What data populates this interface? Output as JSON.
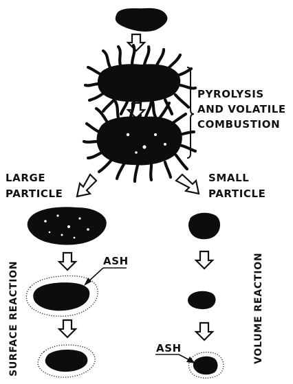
{
  "labels": {
    "pyrolysis_line1": "PYROLYSIS",
    "pyrolysis_line2": "AND VOLATILE",
    "pyrolysis_line3": "COMBUSTION",
    "large_line1": "LARGE",
    "large_line2": "PARTICLE",
    "small_line1": "SMALL",
    "small_line2": "PARTICLE",
    "surface_reaction": "SURFACE REACTION",
    "volume_reaction": "VOLUME REACTION",
    "ash_large": "ASH",
    "ash_small": "ASH"
  },
  "colors": {
    "ink": "#0d0d0d",
    "background": "#ffffff"
  }
}
